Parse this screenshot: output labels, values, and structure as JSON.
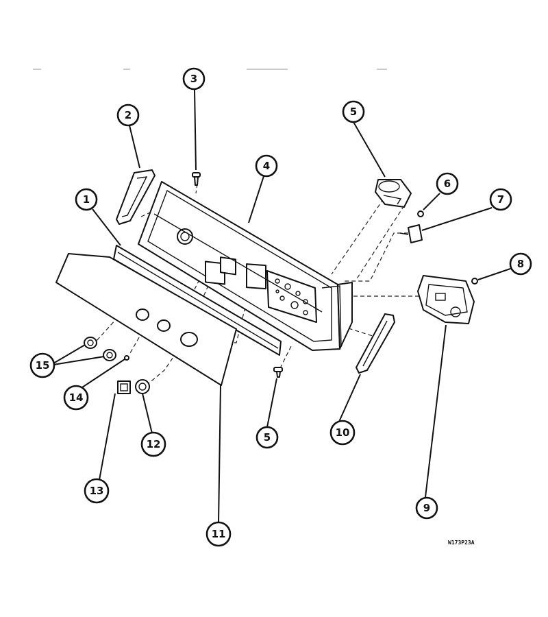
{
  "callouts": [
    {
      "id": "c1",
      "label": "1"
    },
    {
      "id": "c2",
      "label": "2"
    },
    {
      "id": "c3",
      "label": "3"
    },
    {
      "id": "c4",
      "label": "4"
    },
    {
      "id": "c5a",
      "label": "5"
    },
    {
      "id": "c5b",
      "label": "5"
    },
    {
      "id": "c6",
      "label": "6"
    },
    {
      "id": "c7",
      "label": "7"
    },
    {
      "id": "c8",
      "label": "8"
    },
    {
      "id": "c9",
      "label": "9"
    },
    {
      "id": "c10",
      "label": "10"
    },
    {
      "id": "c11",
      "label": "11"
    },
    {
      "id": "c12",
      "label": "12"
    },
    {
      "id": "c13",
      "label": "13"
    },
    {
      "id": "c14",
      "label": "14"
    },
    {
      "id": "c15",
      "label": "15"
    }
  ],
  "drawing_code": "W173P23A"
}
